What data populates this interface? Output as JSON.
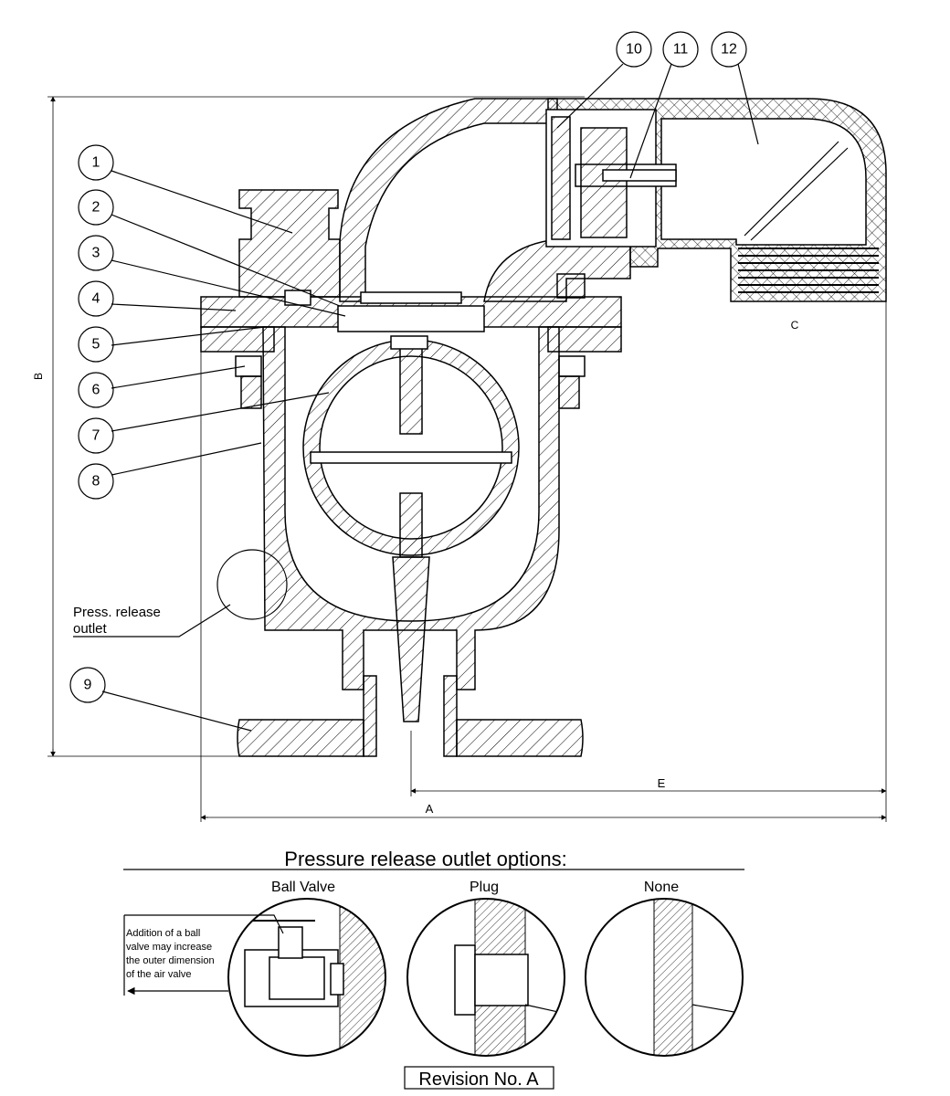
{
  "balloons": [
    {
      "num": "1"
    },
    {
      "num": "2"
    },
    {
      "num": "3"
    },
    {
      "num": "4"
    },
    {
      "num": "5"
    },
    {
      "num": "6"
    },
    {
      "num": "7"
    },
    {
      "num": "8"
    },
    {
      "num": "9"
    },
    {
      "num": "10"
    },
    {
      "num": "11"
    },
    {
      "num": "12"
    }
  ],
  "dimensions": {
    "A": "A",
    "B": "B",
    "C": "C",
    "E": "E"
  },
  "press_release_label": [
    "Press. release",
    "outlet"
  ],
  "options": {
    "title": "Pressure release outlet options:",
    "items": [
      {
        "label": "Ball Valve"
      },
      {
        "label": "Plug"
      },
      {
        "label": "None"
      }
    ],
    "ball_valve_note": [
      "Addition of a ball",
      "valve may increase",
      "the outer dimension",
      "of the air valve"
    ]
  },
  "revision": "Revision No. A"
}
